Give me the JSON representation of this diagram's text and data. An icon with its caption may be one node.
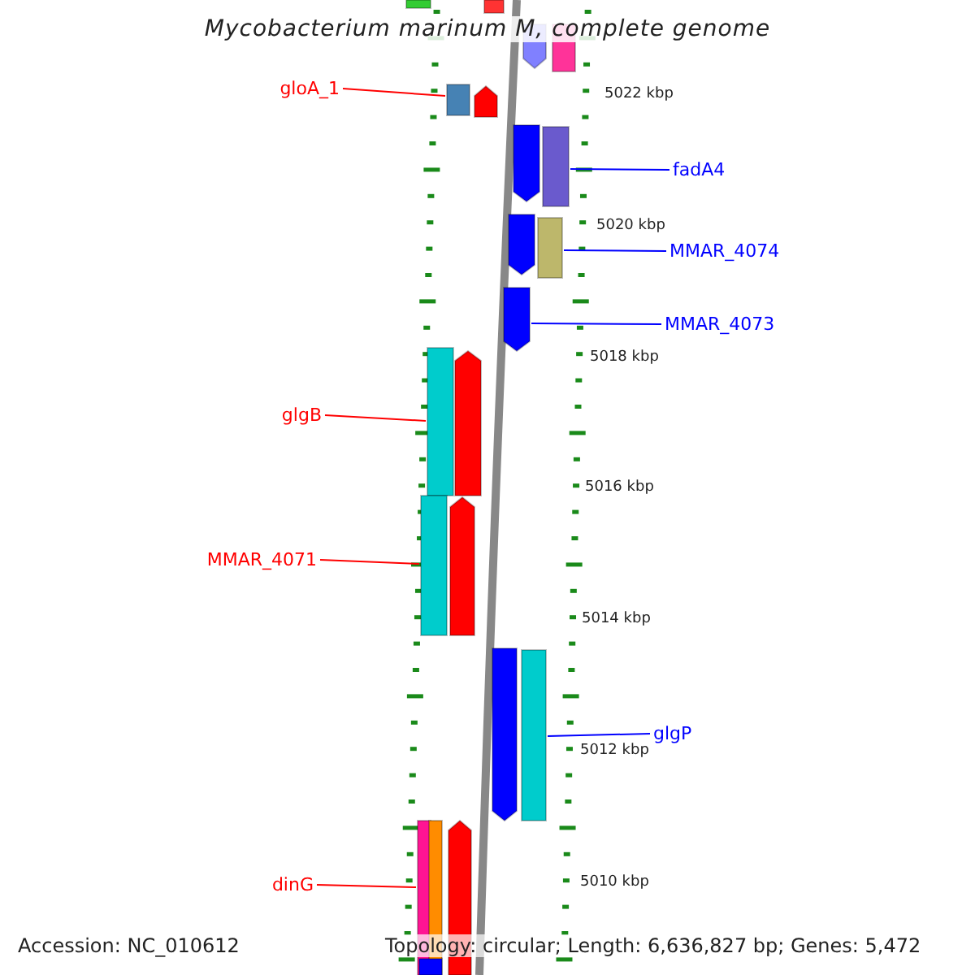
{
  "diagram": {
    "title": "Mycobacterium marinum M, complete genome",
    "nodes": [
      {
        "text": [
          "gloA_1"
        ]
      },
      {
        "text": [
          "fadA4"
        ]
      },
      {
        "text": [
          "MMAR_4074"
        ]
      },
      {
        "text": [
          "MMAR_4073"
        ]
      },
      {
        "text": [
          "glgB"
        ]
      },
      {
        "text": [
          "MMAR_4071"
        ]
      },
      {
        "text": [
          "glgP"
        ]
      },
      {
        "text": [
          "dinG"
        ]
      },
      {
        "text": [],
        "shape": "box"
      },
      {
        "text": [],
        "shape": "box"
      },
      {
        "text": [],
        "shape": "pentagon"
      },
      {
        "text": [],
        "shape": "box"
      },
      {
        "text": [],
        "shape": "box"
      },
      {
        "text": [],
        "shape": "pentagon"
      },
      {
        "text": [],
        "shape": "pentagon"
      },
      {
        "text": [],
        "shape": "box"
      },
      {
        "text": [],
        "shape": "pentagon"
      },
      {
        "text": [],
        "shape": "box"
      },
      {
        "text": [],
        "shape": "pentagon"
      },
      {
        "text": [],
        "shape": "box"
      },
      {
        "text": [],
        "shape": "pentagon"
      },
      {
        "text": [],
        "shape": "box"
      },
      {
        "text": [],
        "shape": "pentagon"
      },
      {
        "text": [],
        "shape": "pentagon"
      },
      {
        "text": [],
        "shape": "box"
      },
      {
        "text": [],
        "shape": "box"
      },
      {
        "text": [],
        "shape": "box"
      },
      {
        "text": [],
        "shape": "pentagon"
      },
      {
        "text": [],
        "shape": "box"
      }
    ],
    "edges": [
      {
        "from": 0,
        "to": 12,
        "arrow": "none",
        "color": "#ff0000"
      },
      {
        "from": 1,
        "to": 15,
        "arrow": "none",
        "color": "#0000ff"
      },
      {
        "from": 2,
        "to": 17,
        "arrow": "none",
        "color": "#0000ff"
      },
      {
        "from": 3,
        "to": 18,
        "arrow": "none",
        "color": "#0000ff"
      },
      {
        "from": 4,
        "to": 19,
        "arrow": "none",
        "color": "#ff0000"
      },
      {
        "from": 5,
        "to": 21,
        "arrow": "none",
        "color": "#ff0000"
      },
      {
        "from": 6,
        "to": 24,
        "arrow": "none",
        "color": "#0000ff"
      },
      {
        "from": 7,
        "to": 25,
        "arrow": "none",
        "color": "#ff0000"
      }
    ],
    "labels": [
      "5022 kbp",
      "5020 kbp",
      "5018 kbp",
      "5016 kbp",
      "5014 kbp",
      "5012 kbp",
      "5010 kbp",
      "Accession: NC_010612",
      "Topology: circular; Length: 6,636,827 bp; Genes: 5,472"
    ]
  }
}
